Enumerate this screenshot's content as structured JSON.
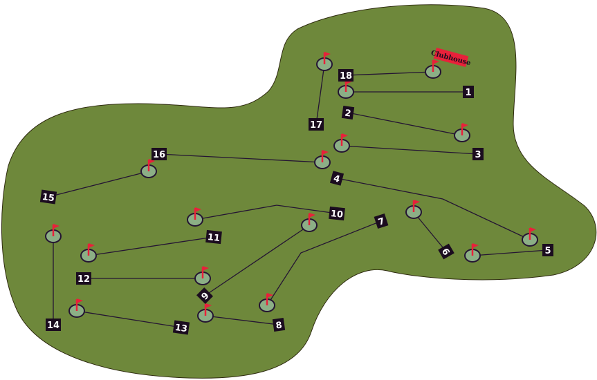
{
  "colors": {
    "course": "#6e883b",
    "outline": "#2e2a10",
    "green": "#8caf86",
    "flag": "#e8213a",
    "label_bg": "#1b0c1f",
    "clubhouse_bg": "#e8213a"
  },
  "clubhouse": {
    "label": "Clubhouse"
  },
  "holes": [
    {
      "number": "1"
    },
    {
      "number": "2"
    },
    {
      "number": "3"
    },
    {
      "number": "4"
    },
    {
      "number": "5"
    },
    {
      "number": "6"
    },
    {
      "number": "7"
    },
    {
      "number": "8"
    },
    {
      "number": "9"
    },
    {
      "number": "10"
    },
    {
      "number": "11"
    },
    {
      "number": "12"
    },
    {
      "number": "13"
    },
    {
      "number": "14"
    },
    {
      "number": "15"
    },
    {
      "number": "16"
    },
    {
      "number": "17"
    },
    {
      "number": "18"
    }
  ]
}
